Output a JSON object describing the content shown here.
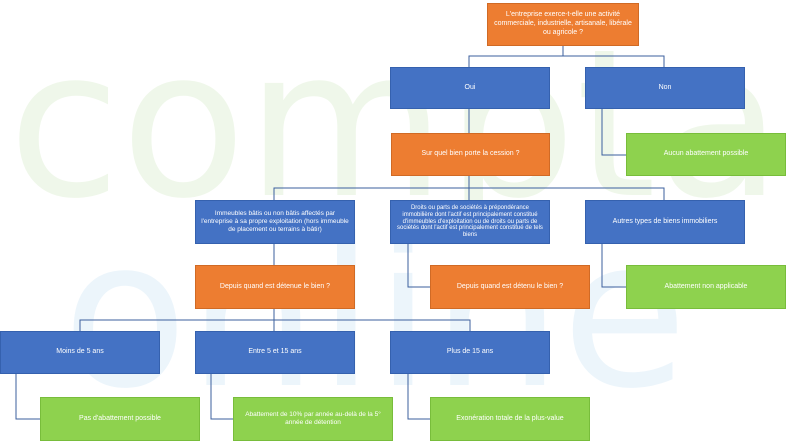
{
  "watermark": {
    "line1": "compta",
    "line2": "online"
  },
  "colors": {
    "question": "#ED7D31",
    "branch": "#4472C4",
    "outcome": "#8ED24E",
    "connector": "#3B5F9E"
  },
  "nodes": {
    "q1": "L'entreprise exerce-t-elle une activité commerciale, industrielle, artisanale, libérale ou agricole ?",
    "oui": "Oui",
    "non": "Non",
    "q2": "Sur quel bien porte la cession ?",
    "aucun": "Aucun abattement possible",
    "immeubles": "Immeubles bâtis ou non bâtis affectés par l'entreprise à sa propre exploitation (hors immeuble de placement ou terrains à bâtir)",
    "droits": "Droits ou parts de sociétés à prépondérance immobilière dont l'actif est principalement constitué d'immeubles d'exploitation ou de droits ou parts de sociétés dont l'actif est principalement constitué de tels biens",
    "autres": "Autres types de biens immobiliers",
    "q3": "Depuis quand est détenue le bien ?",
    "q4": "Depuis quand est détenu le bien ?",
    "non_applicable": "Abattement non applicable",
    "moins5": "Moins de 5 ans",
    "entre5_15": "Entre 5 et 15 ans",
    "plus15": "Plus de 15 ans",
    "pas_abattement": "Pas d'abattement possible",
    "abattement10": "Abattement de 10% par année au-delà de la 5° année de détention",
    "exoneration": "Exonération totale de la plus-value"
  }
}
